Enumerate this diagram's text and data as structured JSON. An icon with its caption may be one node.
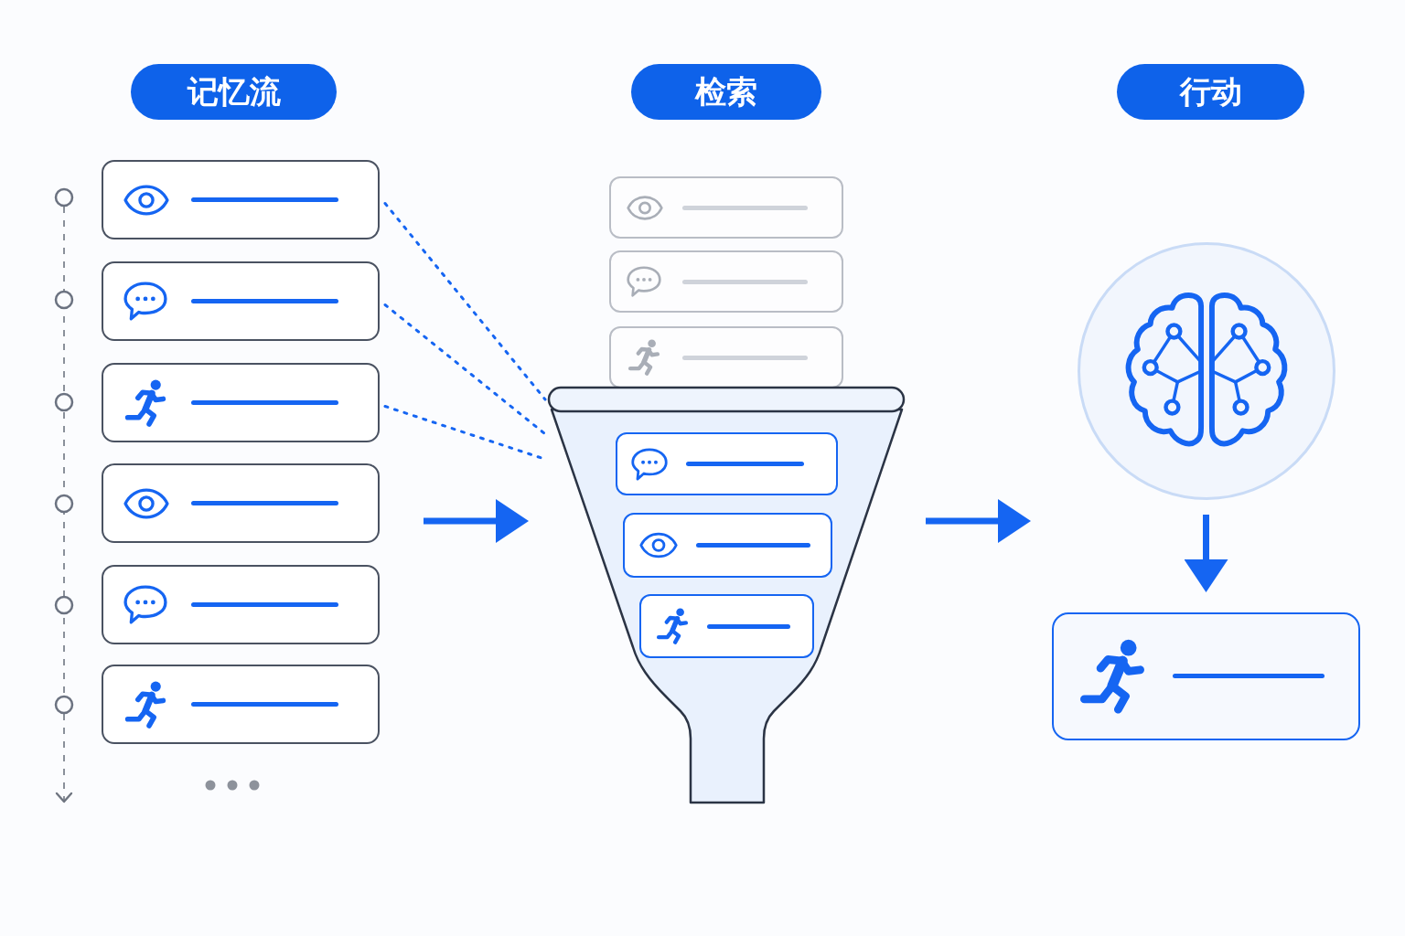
{
  "diagram": {
    "nodes": [
      {
        "text": [
          "记忆流"
        ]
      },
      {
        "text": [
          "检索"
        ]
      },
      {
        "text": [
          "行动"
        ]
      },
      {
        "text": [],
        "shape": "box"
      },
      {
        "text": [],
        "shape": "box"
      },
      {
        "text": [],
        "shape": "box"
      },
      {
        "text": [],
        "shape": "box"
      },
      {
        "text": [],
        "shape": "box"
      },
      {
        "text": [],
        "shape": "box"
      },
      {
        "text": [],
        "shape": "box"
      },
      {
        "text": [],
        "shape": "box"
      },
      {
        "text": [],
        "shape": "box"
      },
      {
        "text": [],
        "shape": "funnel"
      },
      {
        "text": [],
        "shape": "box",
        "in": 12
      },
      {
        "text": [],
        "shape": "box",
        "in": 12
      },
      {
        "text": [],
        "shape": "box",
        "in": 12
      },
      {
        "text": [],
        "shape": "circle"
      },
      {
        "text": [],
        "shape": "box"
      }
    ],
    "edges": [
      {
        "from": 3,
        "to": 12,
        "arrow": "none",
        "style": "dashed"
      },
      {
        "from": 4,
        "to": 12,
        "arrow": "none",
        "style": "dashed"
      },
      {
        "from": 5,
        "to": 12,
        "arrow": "none",
        "style": "dashed"
      },
      {
        "from": 6,
        "to": 12,
        "arrow": "to"
      },
      {
        "from": 12,
        "to": 16,
        "arrow": "to"
      },
      {
        "from": 16,
        "to": 17,
        "arrow": "to"
      }
    ]
  }
}
